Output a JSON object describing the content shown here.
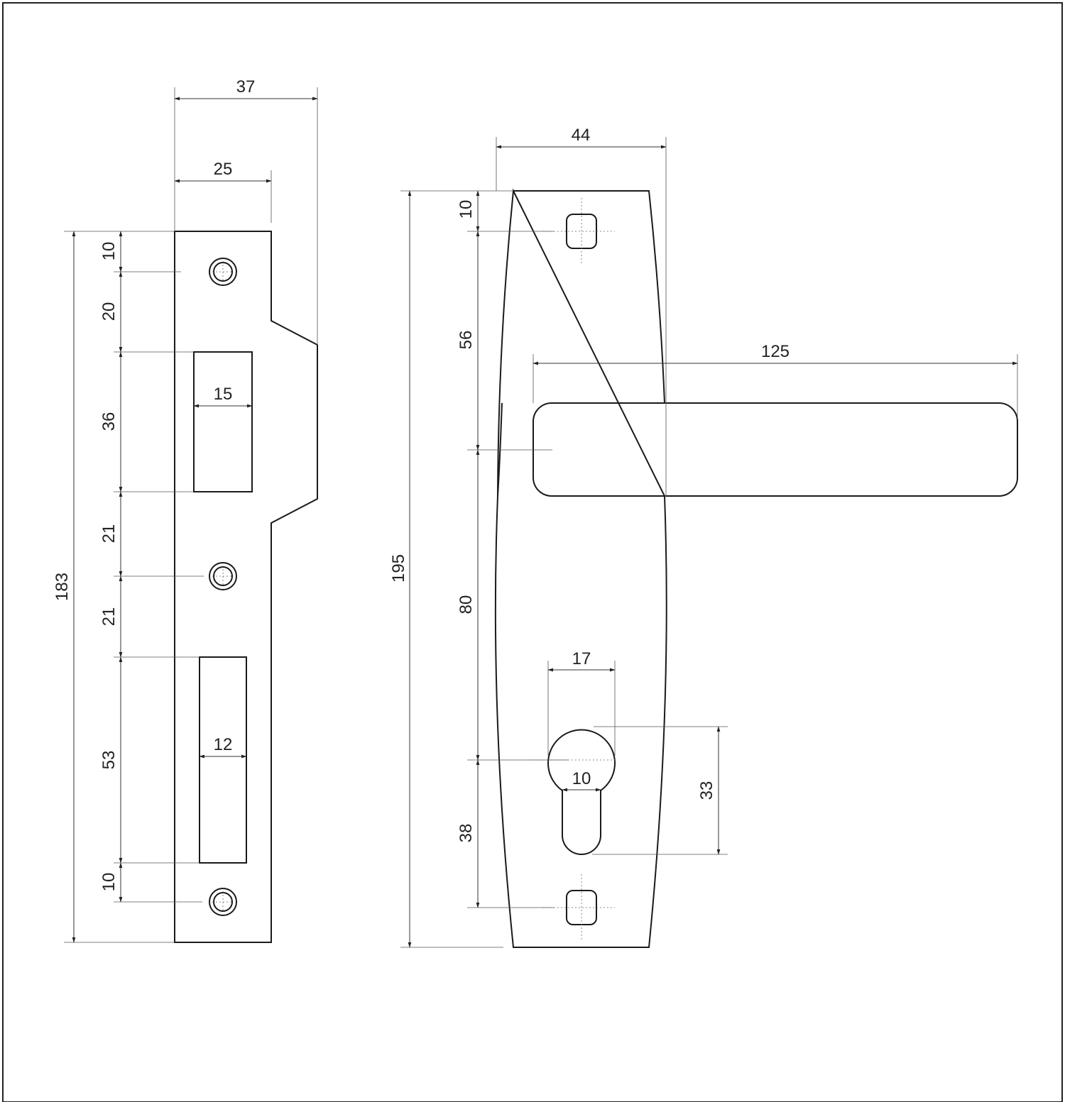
{
  "strike_plate": {
    "width_overall": "37",
    "width_plate": "25",
    "height_overall": "183",
    "top_offset": "10",
    "screw_to_window": "20",
    "window_top_height": "36",
    "window_top_width": "15",
    "window_to_screw": "21",
    "screw_to_window_bottom": "21",
    "window_bottom_height": "53",
    "window_bottom_width": "12",
    "bottom_offset": "10"
  },
  "handle_plate": {
    "width": "44",
    "height_overall": "195",
    "top_offset": "10",
    "hole_to_lever": "56",
    "lever_to_cylinder": "80",
    "cylinder_to_bottom_hole": "38",
    "lever_length": "125",
    "cylinder_width": "17",
    "cylinder_slot_width": "10",
    "cylinder_height": "33"
  }
}
